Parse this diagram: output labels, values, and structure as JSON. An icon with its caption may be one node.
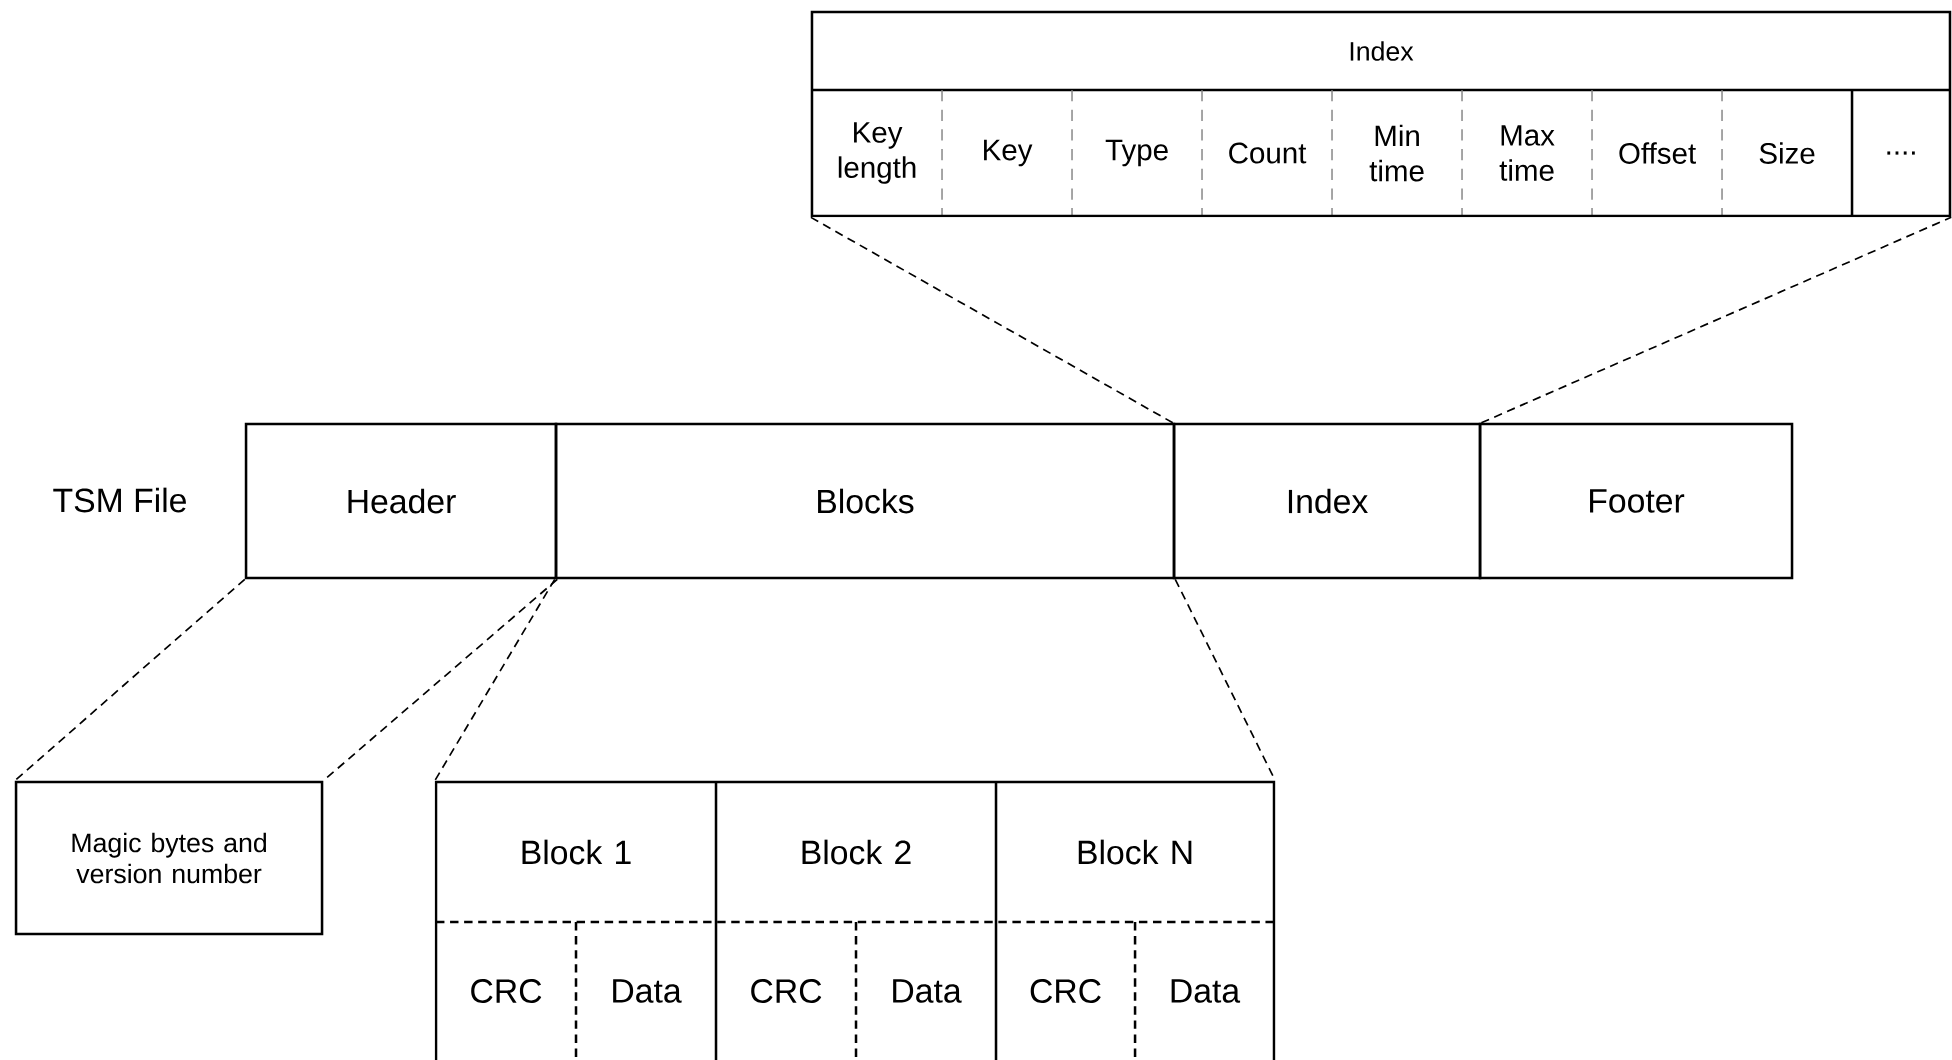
{
  "diagram": {
    "nodes": [
      {
        "text": [
          "Index"
        ]
      },
      {
        "text": [
          "Key length"
        ],
        "in": 0
      },
      {
        "text": [
          "Key"
        ],
        "in": 0
      },
      {
        "text": [
          "Type"
        ],
        "in": 0
      },
      {
        "text": [
          "Count"
        ],
        "in": 0
      },
      {
        "text": [
          "Min time"
        ],
        "in": 0
      },
      {
        "text": [
          "Max time"
        ],
        "in": 0
      },
      {
        "text": [
          "Offset"
        ],
        "in": 0
      },
      {
        "text": [
          "Size"
        ],
        "in": 0
      },
      {
        "text": [
          "...."
        ],
        "in": 0
      },
      {
        "text": [
          "Header"
        ]
      },
      {
        "text": [
          "Blocks"
        ]
      },
      {
        "text": [
          "Index"
        ]
      },
      {
        "text": [
          "Footer"
        ]
      },
      {
        "text": [
          "Magic bytes and version number"
        ]
      },
      {
        "text": [],
        "shape": "box"
      },
      {
        "text": [
          "Block 1"
        ],
        "in": 15
      },
      {
        "text": [
          "CRC"
        ],
        "in": 15
      },
      {
        "text": [
          "Data"
        ],
        "in": 15
      },
      {
        "text": [
          "Block 2"
        ],
        "in": 15
      },
      {
        "text": [
          "CRC"
        ],
        "in": 15
      },
      {
        "text": [
          "Data"
        ],
        "in": 15
      },
      {
        "text": [
          "Block N"
        ],
        "in": 15
      },
      {
        "text": [
          "CRC"
        ],
        "in": 15
      },
      {
        "text": [
          "Data"
        ],
        "in": 15
      }
    ],
    "edges": [
      {
        "from": 12,
        "to": 0,
        "arrow": "none",
        "style": "dashed"
      },
      {
        "from": 12,
        "to": 0,
        "arrow": "none",
        "style": "dashed"
      },
      {
        "from": 10,
        "to": 14,
        "arrow": "none",
        "style": "dashed"
      },
      {
        "from": 10,
        "to": 14,
        "arrow": "none",
        "style": "dashed"
      },
      {
        "from": 11,
        "to": 15,
        "arrow": "none",
        "style": "dashed"
      },
      {
        "from": 11,
        "to": 15,
        "arrow": "none",
        "style": "dashed"
      }
    ],
    "labels": [
      "TSM File"
    ]
  }
}
